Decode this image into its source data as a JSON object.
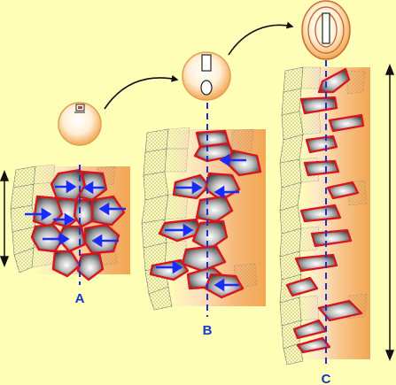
{
  "diagram": {
    "colors": {
      "background": "#FFFFB8",
      "tissue_light": "#FDE2BC",
      "tissue_dark": "#F3A653",
      "cell_outline": "#D8141E",
      "axis": "#2030D0",
      "arrow": "#1A2BFF",
      "label": "#1838C8",
      "embryo_fill": "#FBD28A"
    },
    "stages": [
      {
        "label": "A"
      },
      {
        "label": "B"
      },
      {
        "label": "C"
      }
    ]
  }
}
